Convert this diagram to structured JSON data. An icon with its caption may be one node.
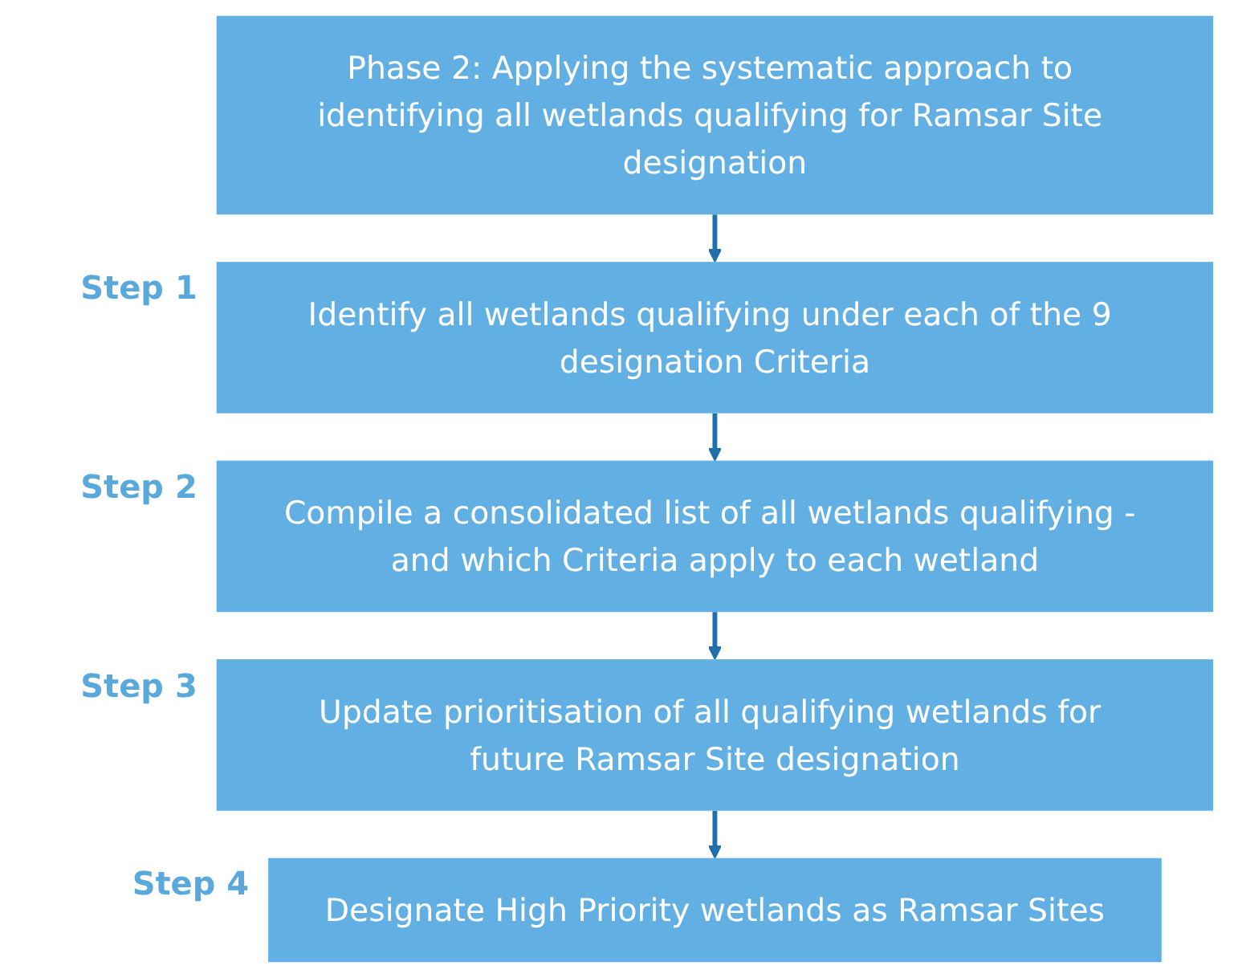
{
  "diagram": {
    "nodes": [
      {
        "text": [
          "Phase 2: Applying the systematic approach to identifying all wetlands qualifying for Ramsar Site designation"
        ]
      },
      {
        "text": [
          "Identify all wetlands qualifying under each of the 9 designation Criteria"
        ],
        "beside": [
          "Step 1"
        ]
      },
      {
        "text": [
          "Compile a consolidated list of all wetlands qualifying - and which Criteria apply to each wetland"
        ],
        "beside": [
          "Step 2"
        ]
      },
      {
        "text": [
          "Update prioritisation of all qualifying wetlands for future Ramsar Site designation"
        ],
        "beside": [
          "Step 3"
        ]
      },
      {
        "text": [
          "Designate High Priority wetlands as Ramsar Sites"
        ],
        "beside": [
          "Step 4"
        ]
      }
    ],
    "edges": [
      {
        "from": 0,
        "to": 1,
        "arrow": "to"
      },
      {
        "from": 1,
        "to": 2,
        "arrow": "to"
      },
      {
        "from": 2,
        "to": 3,
        "arrow": "to"
      },
      {
        "from": 3,
        "to": 4,
        "arrow": "to"
      }
    ]
  }
}
